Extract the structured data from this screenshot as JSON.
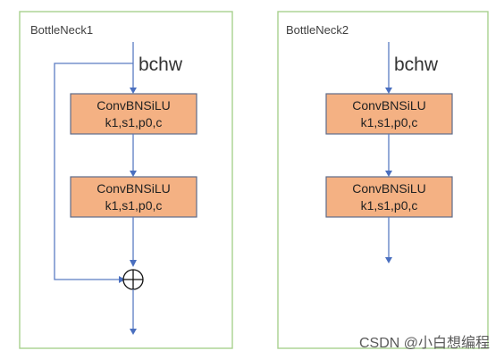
{
  "panels": [
    {
      "title": "BottleNeck1",
      "input_label": "bchw",
      "blocks": [
        {
          "name": "ConvBNSiLU",
          "params": "k1,s1,p0,c"
        },
        {
          "name": "ConvBNSiLU",
          "params": "k1,s1,p0,c"
        }
      ],
      "has_shortcut": true
    },
    {
      "title": "BottleNeck2",
      "input_label": "bchw",
      "blocks": [
        {
          "name": "ConvBNSiLU",
          "params": "k1,s1,p0,c"
        },
        {
          "name": "ConvBNSiLU",
          "params": "k1,s1,p0,c"
        }
      ],
      "has_shortcut": false
    }
  ],
  "watermark": "CSDN @小白想编程",
  "colors": {
    "frame": "#a9d18e",
    "block_fill": "#f4b183",
    "block_border": "#5e6c8a",
    "arrow": "#4a6fbf"
  }
}
